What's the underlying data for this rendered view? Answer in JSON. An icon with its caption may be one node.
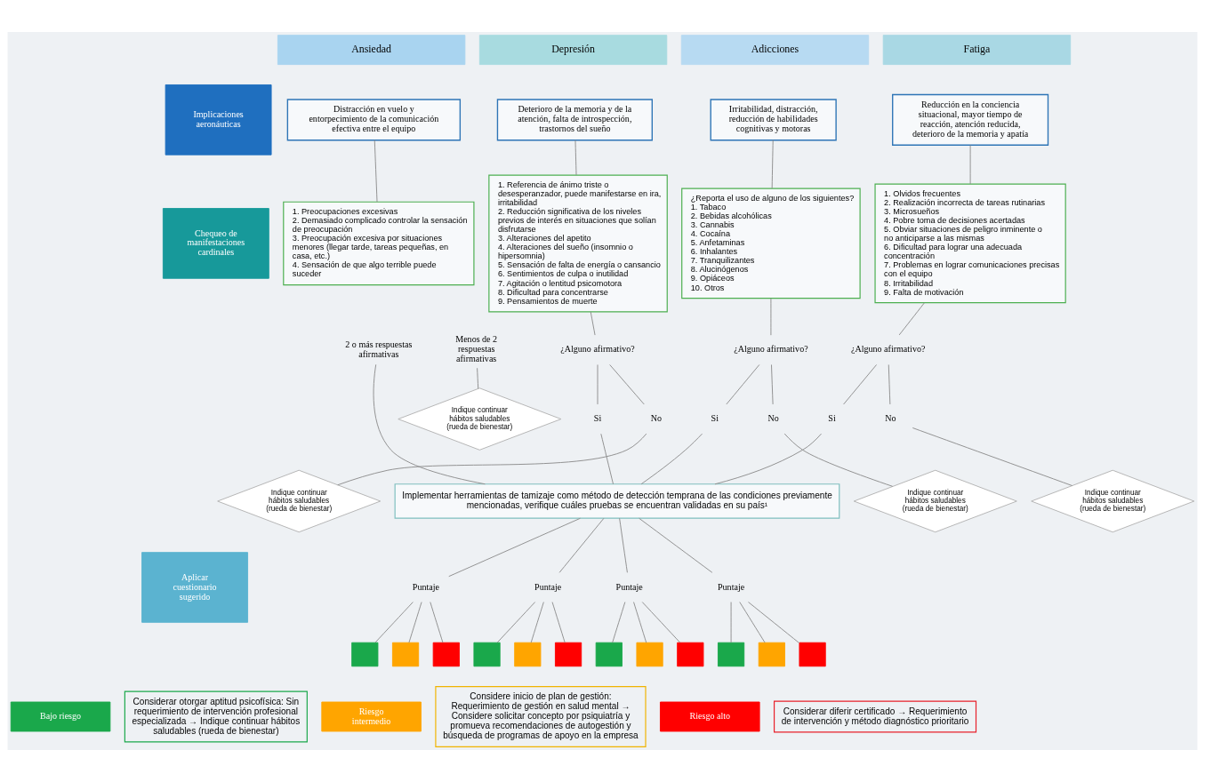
{
  "diagram": {
    "nodes": [
      {
        "text": [
          "Ansiedad"
        ]
      },
      {
        "text": [
          "Depresión"
        ]
      },
      {
        "text": [
          "Adicciones"
        ]
      },
      {
        "text": [
          "Fatiga"
        ]
      },
      {
        "text": [
          "Implicaciones aeronáuticas"
        ]
      },
      {
        "text": [
          "Chequeo de manifestaciones cardinales"
        ]
      },
      {
        "text": [
          "Aplicar cuestionario sugerido"
        ]
      },
      {
        "text": [
          "Distracción en vuelo y entorpecimiento de la comunicación efectiva entre el equipo"
        ]
      },
      {
        "text": [
          "1. Preocupaciones excesivas",
          "2. Demasiado complicado controlar la sensación de preocupación",
          "3. Preocupación excesiva por situaciones menores (llegar tarde, tareas pequeñas, en casa, etc.)",
          "4. Sensación de que algo terrible puede suceder"
        ]
      },
      {
        "text": [
          "2 o más respuestas afirmativas"
        ]
      },
      {
        "text": [
          "Menos de 2 respuestas afirmativas"
        ]
      },
      {
        "text": [
          "Indique continuar hábitos saludables (rueda de bienestar)"
        ]
      },
      {
        "text": [
          "Deterioro de la memoria y de la atención, falta de introspección, trastornos del sueño"
        ]
      },
      {
        "text": [
          "1. Referencia de ánimo triste o desesperanzador, puede manifestarse en ira, irritabilidad",
          "2. Reducción significativa de los niveles previos de interés en situaciones que solían disfrutarse",
          "3. Alteraciones del apetito",
          "4. Alteraciones del sueño (insomnio o hipersomnia)",
          "5. Sensación de falta de energía o cansancio",
          "6. Sentimientos de culpa o inutilidad",
          "7. Agitación o lentitud psicomotora",
          "8. Dificultad para concentrarse",
          "9. Pensamientos de muerte"
        ]
      },
      {
        "text": [
          "¿Alguno afirmativo?"
        ]
      },
      {
        "text": [
          "Si"
        ]
      },
      {
        "text": [
          "No"
        ]
      },
      {
        "text": [
          "Indique continuar hábitos saludables (rueda de bienestar)"
        ]
      },
      {
        "text": [
          "Irritabilidad, distracción, reducción de habilidades cognitivas y motoras"
        ]
      },
      {
        "text": [
          "¿Reporta el uso de alguno de los siguientes?",
          "1. Tabaco",
          "2. Bebidas alcohólicas",
          "3. Cannabis",
          "4. Cocaína",
          "5. Anfetaminas",
          "6. Inhalantes",
          "7. Tranquilizantes",
          "8. Alucinógenos",
          "9. Opiáceos",
          "10. Otros"
        ]
      },
      {
        "text": [
          "¿Alguno afirmativo?"
        ]
      },
      {
        "text": [
          "Si"
        ]
      },
      {
        "text": [
          "No"
        ]
      },
      {
        "text": [
          "Indique continuar hábitos saludables (rueda de bienestar)"
        ]
      },
      {
        "text": [
          "Reducción en la conciencia situacional, mayor tiempo de reacción, atención reducida, deterioro de la memoria y apatía"
        ]
      },
      {
        "text": [
          "1. Olvidos frecuentes",
          "2. Realización incorrecta de tareas rutinarias",
          "3. Microsueños",
          "4. Pobre toma de decisiones acertadas",
          "5. Obviar situaciones de peligro inminente o no anticiparse a las mismas",
          "6. Dificultad para lograr una adecuada concentración",
          "7. Problemas en lograr comunicaciones precisas con el equipo",
          "8. Irritabilidad",
          "9. Falta de motivación"
        ]
      },
      {
        "text": [
          "¿Alguno afirmativo?"
        ]
      },
      {
        "text": [
          "Si"
        ]
      },
      {
        "text": [
          "No"
        ]
      },
      {
        "text": [
          "Indique continuar hábitos saludables (rueda de bienestar)"
        ]
      },
      {
        "text": [
          "Implementar herramientas de tamizaje como método de detección temprana de las condiciones previamente mencionadas, verifique cuáles pruebas se encuentran validadas en su país¹"
        ]
      },
      {
        "text": [
          "Puntaje"
        ]
      },
      {
        "text": [],
        "shape": "box"
      },
      {
        "text": [],
        "shape": "box"
      },
      {
        "text": [],
        "shape": "box"
      },
      {
        "text": [
          "Puntaje"
        ]
      },
      {
        "text": [],
        "shape": "box"
      },
      {
        "text": [],
        "shape": "box"
      },
      {
        "text": [],
        "shape": "box"
      },
      {
        "text": [
          "Puntaje"
        ]
      },
      {
        "text": [],
        "shape": "box"
      },
      {
        "text": [],
        "shape": "box"
      },
      {
        "text": [],
        "shape": "box"
      },
      {
        "text": [
          "Puntaje"
        ]
      },
      {
        "text": [],
        "shape": "box"
      },
      {
        "text": [],
        "shape": "box"
      },
      {
        "text": [],
        "shape": "box"
      },
      {
        "text": [
          "Bajo riesgo"
        ]
      },
      {
        "text": [
          "Considerar otorgar aptitud psicofísica: Sin requerimiento de intervención profesional especializada → Indique continuar hábitos saludables (rueda de bienestar)"
        ]
      },
      {
        "text": [
          "Riesgo intermedio"
        ]
      },
      {
        "text": [
          "Considere inicio de plan de gestión: Requerimiento de gestión en salud mental → Considere solicitar concepto por psiquiatría y promueva recomendaciones de autogestión y búsqueda de programas de apoyo en la empresa"
        ]
      },
      {
        "text": [
          "Riesgo alto"
        ]
      },
      {
        "text": [
          "Considerar diferir certificado → Requerimiento de intervención y método diagnóstico prioritario"
        ]
      }
    ],
    "edges": [
      {
        "from": 7,
        "to": 8,
        "arrow": "none"
      },
      {
        "from": 9,
        "to": 30,
        "arrow": "none"
      },
      {
        "from": 10,
        "to": 11,
        "arrow": "none"
      },
      {
        "from": 12,
        "to": 13,
        "arrow": "none"
      },
      {
        "from": 13,
        "to": 14,
        "arrow": "none"
      },
      {
        "from": 14,
        "to": 15,
        "arrow": "none"
      },
      {
        "from": 14,
        "to": 16,
        "arrow": "none"
      },
      {
        "from": 15,
        "to": 30,
        "arrow": "none"
      },
      {
        "from": 16,
        "to": 17,
        "arrow": "none"
      },
      {
        "from": 18,
        "to": 19,
        "arrow": "none"
      },
      {
        "from": 19,
        "to": 20,
        "arrow": "none"
      },
      {
        "from": 20,
        "to": 21,
        "arrow": "none"
      },
      {
        "from": 20,
        "to": 22,
        "arrow": "none"
      },
      {
        "from": 21,
        "to": 30,
        "arrow": "none"
      },
      {
        "from": 22,
        "to": 23,
        "arrow": "none"
      },
      {
        "from": 24,
        "to": 25,
        "arrow": "none"
      },
      {
        "from": 25,
        "to": 26,
        "arrow": "none"
      },
      {
        "from": 26,
        "to": 27,
        "arrow": "none"
      },
      {
        "from": 26,
        "to": 28,
        "arrow": "none"
      },
      {
        "from": 27,
        "to": 30,
        "arrow": "none"
      },
      {
        "from": 28,
        "to": 29,
        "arrow": "none"
      },
      {
        "from": 30,
        "to": 31,
        "arrow": "none"
      },
      {
        "from": 31,
        "to": 32,
        "arrow": "none"
      },
      {
        "from": 31,
        "to": 33,
        "arrow": "none"
      },
      {
        "from": 31,
        "to": 34,
        "arrow": "none"
      },
      {
        "from": 30,
        "to": 35,
        "arrow": "none"
      },
      {
        "from": 35,
        "to": 36,
        "arrow": "none"
      },
      {
        "from": 35,
        "to": 37,
        "arrow": "none"
      },
      {
        "from": 35,
        "to": 38,
        "arrow": "none"
      },
      {
        "from": 30,
        "to": 39,
        "arrow": "none"
      },
      {
        "from": 39,
        "to": 40,
        "arrow": "none"
      },
      {
        "from": 39,
        "to": 41,
        "arrow": "none"
      },
      {
        "from": 39,
        "to": 42,
        "arrow": "none"
      },
      {
        "from": 30,
        "to": 43,
        "arrow": "none"
      },
      {
        "from": 43,
        "to": 44,
        "arrow": "none"
      },
      {
        "from": 43,
        "to": 45,
        "arrow": "none"
      },
      {
        "from": 43,
        "to": 46,
        "arrow": "none"
      }
    ]
  }
}
